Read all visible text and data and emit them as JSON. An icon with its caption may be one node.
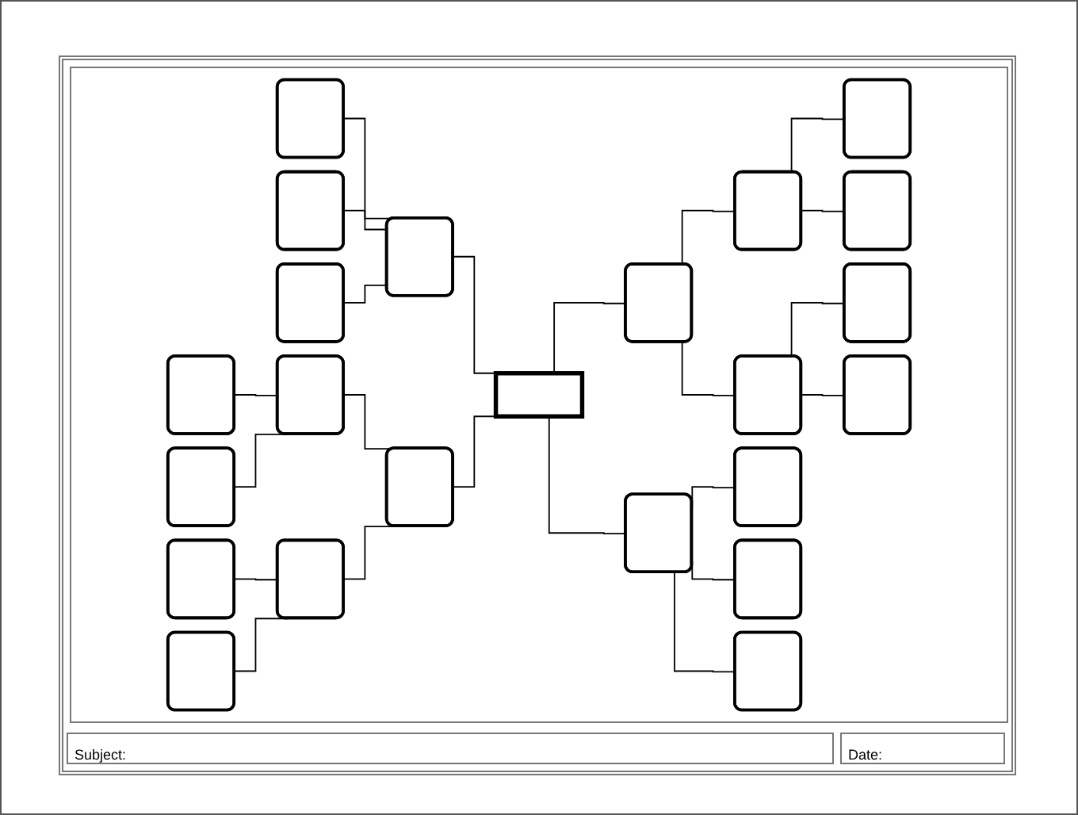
{
  "diagram": {
    "nodes": [
      {
        "text": [],
        "shape": "box"
      },
      {
        "text": [],
        "shape": "box"
      },
      {
        "text": [],
        "shape": "box"
      },
      {
        "text": [],
        "shape": "box"
      },
      {
        "text": [],
        "shape": "box"
      },
      {
        "text": [],
        "shape": "box"
      },
      {
        "text": [],
        "shape": "box"
      },
      {
        "text": [],
        "shape": "box"
      },
      {
        "text": [],
        "shape": "box"
      },
      {
        "text": [],
        "shape": "box"
      },
      {
        "text": [],
        "shape": "box"
      },
      {
        "text": [],
        "shape": "box"
      },
      {
        "text": [],
        "shape": "box"
      },
      {
        "text": [],
        "shape": "box"
      },
      {
        "text": [],
        "shape": "box"
      },
      {
        "text": [],
        "shape": "box"
      },
      {
        "text": [],
        "shape": "box"
      },
      {
        "text": [],
        "shape": "box"
      },
      {
        "text": [],
        "shape": "box"
      },
      {
        "text": [],
        "shape": "box"
      },
      {
        "text": [],
        "shape": "box"
      },
      {
        "text": [],
        "shape": "box"
      },
      {
        "text": [],
        "shape": "box"
      }
    ],
    "edges": [
      {
        "from": 2,
        "to": 1,
        "arrow": "none"
      },
      {
        "from": 3,
        "to": 1,
        "arrow": "none"
      },
      {
        "from": 4,
        "to": 1,
        "arrow": "none"
      },
      {
        "from": 1,
        "to": 0,
        "arrow": "none"
      },
      {
        "from": 7,
        "to": 6,
        "arrow": "none"
      },
      {
        "from": 8,
        "to": 6,
        "arrow": "none"
      },
      {
        "from": 10,
        "to": 9,
        "arrow": "none"
      },
      {
        "from": 11,
        "to": 9,
        "arrow": "none"
      },
      {
        "from": 6,
        "to": 5,
        "arrow": "none"
      },
      {
        "from": 9,
        "to": 5,
        "arrow": "none"
      },
      {
        "from": 5,
        "to": 0,
        "arrow": "none"
      },
      {
        "from": 0,
        "to": 12,
        "arrow": "none"
      },
      {
        "from": 12,
        "to": 13,
        "arrow": "none"
      },
      {
        "from": 12,
        "to": 16,
        "arrow": "none"
      },
      {
        "from": 13,
        "to": 14,
        "arrow": "none"
      },
      {
        "from": 13,
        "to": 15,
        "arrow": "none"
      },
      {
        "from": 16,
        "to": 17,
        "arrow": "none"
      },
      {
        "from": 16,
        "to": 18,
        "arrow": "none"
      },
      {
        "from": 0,
        "to": 19,
        "arrow": "none"
      },
      {
        "from": 19,
        "to": 20,
        "arrow": "none"
      },
      {
        "from": 19,
        "to": 21,
        "arrow": "none"
      },
      {
        "from": 19,
        "to": 22,
        "arrow": "none"
      }
    ],
    "labels": [
      "Subject:",
      "Date:"
    ]
  }
}
